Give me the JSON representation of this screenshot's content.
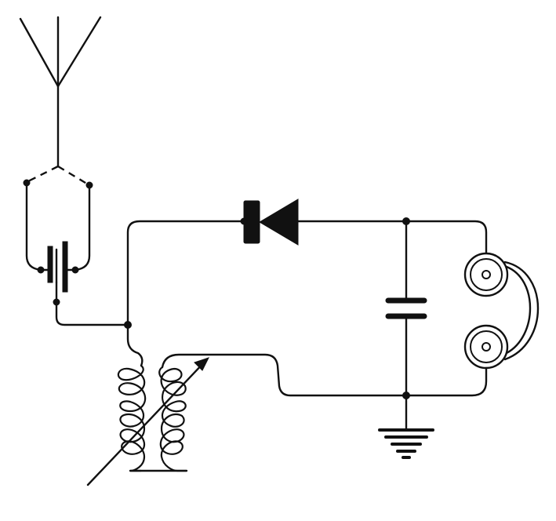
{
  "diagram": {
    "type": "circuit-schematic",
    "components": [
      {
        "id": "antenna",
        "icon": "antenna-icon"
      },
      {
        "id": "switch",
        "icon": "dashed-switch-icon"
      },
      {
        "id": "fixed-capacitor-antenna",
        "icon": "capacitor-icon"
      },
      {
        "id": "variable-inductor",
        "icon": "variable-coupled-coils-icon"
      },
      {
        "id": "crystal-detector",
        "icon": "diode-icon"
      },
      {
        "id": "bypass-capacitor",
        "icon": "capacitor-icon"
      },
      {
        "id": "headphones",
        "icon": "headphones-icon"
      },
      {
        "id": "ground",
        "icon": "ground-icon"
      }
    ],
    "colors": {
      "ink": "#111111",
      "background": "#ffffff"
    }
  }
}
